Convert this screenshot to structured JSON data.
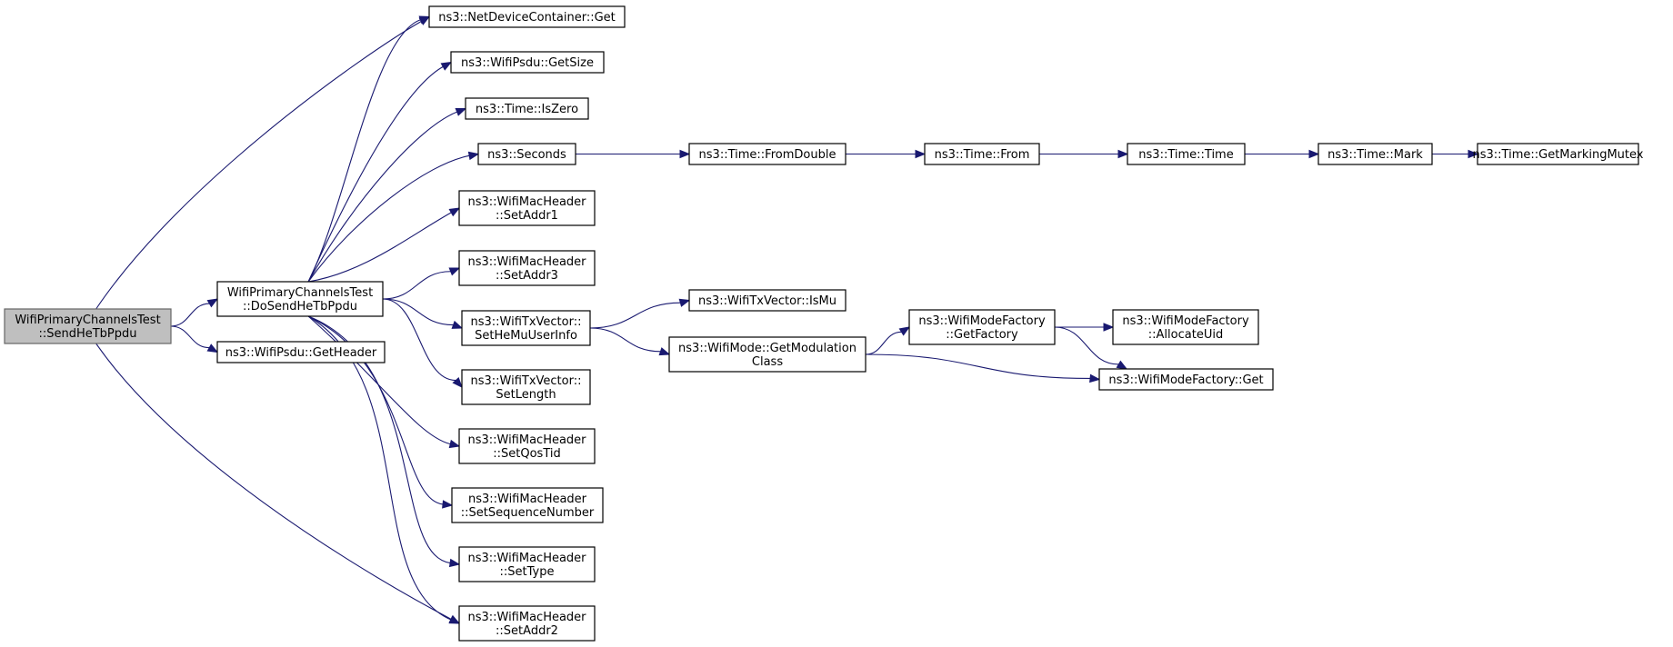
{
  "colors": {
    "edge": "#191970",
    "node_border": "#000000",
    "root_fill": "#bfbfbf",
    "root_border": "#666666",
    "background": "#ffffff"
  },
  "nodes": {
    "root": {
      "lines": [
        "WifiPrimaryChannelsTest",
        "::SendHeTbPpdu"
      ]
    },
    "doSend": {
      "lines": [
        "WifiPrimaryChannelsTest",
        "::DoSendHeTbPpdu"
      ]
    },
    "getHeader": {
      "lines": [
        "ns3::WifiPsdu::GetHeader"
      ]
    },
    "ndcGet": {
      "lines": [
        "ns3::NetDeviceContainer::Get"
      ]
    },
    "psduGetSize": {
      "lines": [
        "ns3::WifiPsdu::GetSize"
      ]
    },
    "isZero": {
      "lines": [
        "ns3::Time::IsZero"
      ]
    },
    "seconds": {
      "lines": [
        "ns3::Seconds"
      ]
    },
    "setAddr1": {
      "lines": [
        "ns3::WifiMacHeader",
        "::SetAddr1"
      ]
    },
    "setAddr3": {
      "lines": [
        "ns3::WifiMacHeader",
        "::SetAddr3"
      ]
    },
    "setHeMu": {
      "lines": [
        "ns3::WifiTxVector::",
        "SetHeMuUserInfo"
      ]
    },
    "setLength": {
      "lines": [
        "ns3::WifiTxVector::",
        "SetLength"
      ]
    },
    "setQosTid": {
      "lines": [
        "ns3::WifiMacHeader",
        "::SetQosTid"
      ]
    },
    "setSeq": {
      "lines": [
        "ns3::WifiMacHeader",
        "::SetSequenceNumber"
      ]
    },
    "setType": {
      "lines": [
        "ns3::WifiMacHeader",
        "::SetType"
      ]
    },
    "setAddr2": {
      "lines": [
        "ns3::WifiMacHeader",
        "::SetAddr2"
      ]
    },
    "fromDouble": {
      "lines": [
        "ns3::Time::FromDouble"
      ]
    },
    "from": {
      "lines": [
        "ns3::Time::From"
      ]
    },
    "time": {
      "lines": [
        "ns3::Time::Time"
      ]
    },
    "mark": {
      "lines": [
        "ns3::Time::Mark"
      ]
    },
    "getMarkingMutex": {
      "lines": [
        "ns3::Time::GetMarkingMutex"
      ]
    },
    "isMu": {
      "lines": [
        "ns3::WifiTxVector::IsMu"
      ]
    },
    "getModClass": {
      "lines": [
        "ns3::WifiMode::GetModulation",
        "Class"
      ]
    },
    "getFactory": {
      "lines": [
        "ns3::WifiModeFactory",
        "::GetFactory"
      ]
    },
    "allocateUid": {
      "lines": [
        "ns3::WifiModeFactory",
        "::AllocateUid"
      ]
    },
    "wmfGet": {
      "lines": [
        "ns3::WifiModeFactory::Get"
      ]
    }
  },
  "edges": [
    [
      "root",
      "ndcGet"
    ],
    [
      "root",
      "doSend"
    ],
    [
      "root",
      "getHeader"
    ],
    [
      "root",
      "setAddr2"
    ],
    [
      "doSend",
      "ndcGet"
    ],
    [
      "doSend",
      "psduGetSize"
    ],
    [
      "doSend",
      "isZero"
    ],
    [
      "doSend",
      "seconds"
    ],
    [
      "doSend",
      "setAddr1"
    ],
    [
      "doSend",
      "setAddr3"
    ],
    [
      "doSend",
      "setHeMu"
    ],
    [
      "doSend",
      "setLength"
    ],
    [
      "doSend",
      "setQosTid"
    ],
    [
      "doSend",
      "setSeq"
    ],
    [
      "doSend",
      "setType"
    ],
    [
      "doSend",
      "setAddr2"
    ],
    [
      "seconds",
      "fromDouble"
    ],
    [
      "fromDouble",
      "from"
    ],
    [
      "from",
      "time"
    ],
    [
      "time",
      "mark"
    ],
    [
      "mark",
      "getMarkingMutex"
    ],
    [
      "setHeMu",
      "isMu"
    ],
    [
      "setHeMu",
      "getModClass"
    ],
    [
      "getModClass",
      "getFactory"
    ],
    [
      "getModClass",
      "wmfGet"
    ],
    [
      "getFactory",
      "allocateUid"
    ],
    [
      "getFactory",
      "wmfGet"
    ]
  ]
}
